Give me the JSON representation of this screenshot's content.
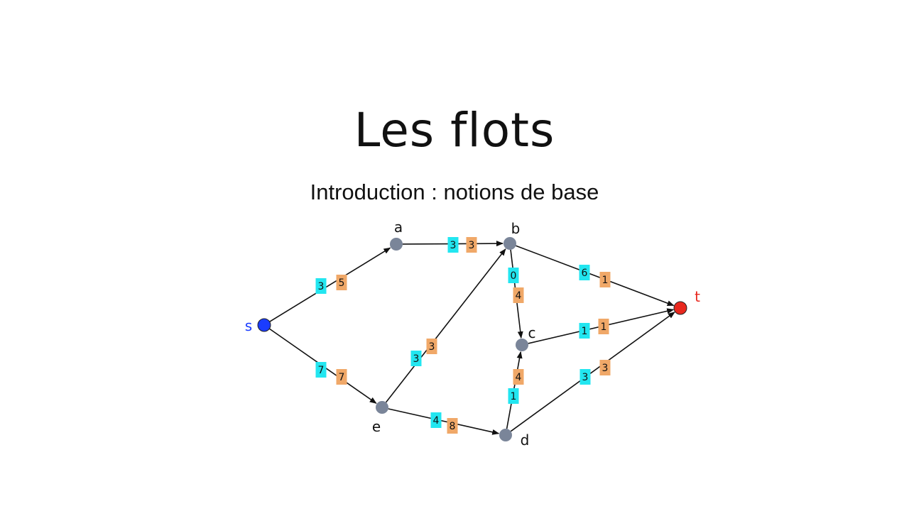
{
  "slide": {
    "title": "Les flots",
    "subtitle": "Introduction : notions de base"
  },
  "colors": {
    "flow_box": "#22e6f0",
    "capacity_box": "#f0a868",
    "source": "#1a3cff",
    "sink": "#e8281e",
    "node": "#7a8599",
    "edge": "#111111"
  },
  "graph": {
    "nodes": [
      {
        "id": "s",
        "label": "s",
        "kind": "source"
      },
      {
        "id": "a",
        "label": "a",
        "kind": "normal"
      },
      {
        "id": "b",
        "label": "b",
        "kind": "normal"
      },
      {
        "id": "c",
        "label": "c",
        "kind": "normal"
      },
      {
        "id": "d",
        "label": "d",
        "kind": "normal"
      },
      {
        "id": "e",
        "label": "e",
        "kind": "normal"
      },
      {
        "id": "t",
        "label": "t",
        "kind": "sink"
      }
    ],
    "edges": [
      {
        "from": "s",
        "to": "a",
        "flow": "3",
        "capacity": "5"
      },
      {
        "from": "s",
        "to": "e",
        "flow": "7",
        "capacity": "7"
      },
      {
        "from": "a",
        "to": "b",
        "flow": "3",
        "capacity": "3"
      },
      {
        "from": "e",
        "to": "b",
        "flow": "3",
        "capacity": "3"
      },
      {
        "from": "e",
        "to": "d",
        "flow": "4",
        "capacity": "8"
      },
      {
        "from": "b",
        "to": "c",
        "flow": "0",
        "capacity": "4"
      },
      {
        "from": "b",
        "to": "t",
        "flow": "6",
        "capacity": "1"
      },
      {
        "from": "d",
        "to": "c",
        "flow": "1",
        "capacity": "4"
      },
      {
        "from": "c",
        "to": "t",
        "flow": "1",
        "capacity": "1"
      },
      {
        "from": "d",
        "to": "t",
        "flow": "3",
        "capacity": "3"
      }
    ]
  }
}
